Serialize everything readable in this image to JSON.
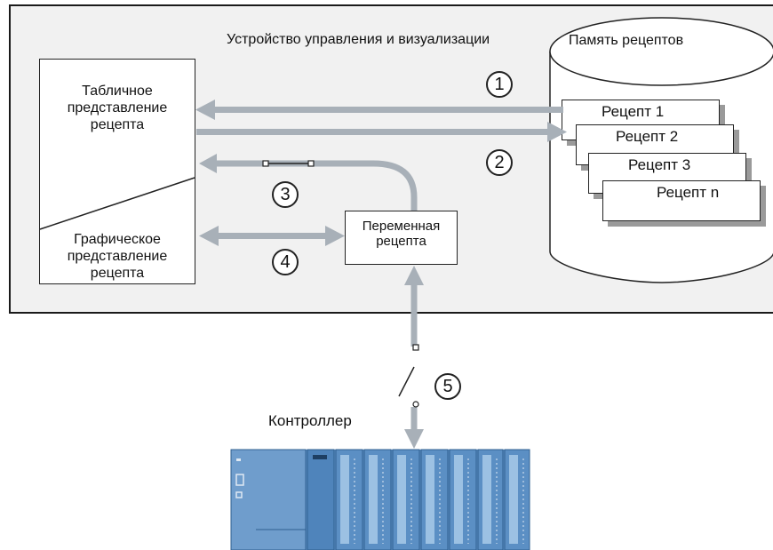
{
  "device": {
    "title": "Устройство управления и визуализации"
  },
  "recipe_view": {
    "table_label": "Табличное представление рецепта",
    "graphic_label": "Графическое представление рецепта"
  },
  "recipe_variable": {
    "label": "Переменная рецепта"
  },
  "recipe_memory": {
    "title": "Память рецептов",
    "recipes": [
      "Рецепт 1",
      "Рецепт 2",
      "Рецепт 3",
      "Рецепт n"
    ]
  },
  "callouts": [
    "1",
    "2",
    "3",
    "4",
    "5"
  ],
  "controller": {
    "label": "Контроллер"
  },
  "colors": {
    "arrow": "#a8b0b8",
    "plc_body": "#5b8fc4",
    "plc_dark": "#2f5f8f",
    "plc_light": "#9cc1e3",
    "frame": "#f1f1f1"
  }
}
